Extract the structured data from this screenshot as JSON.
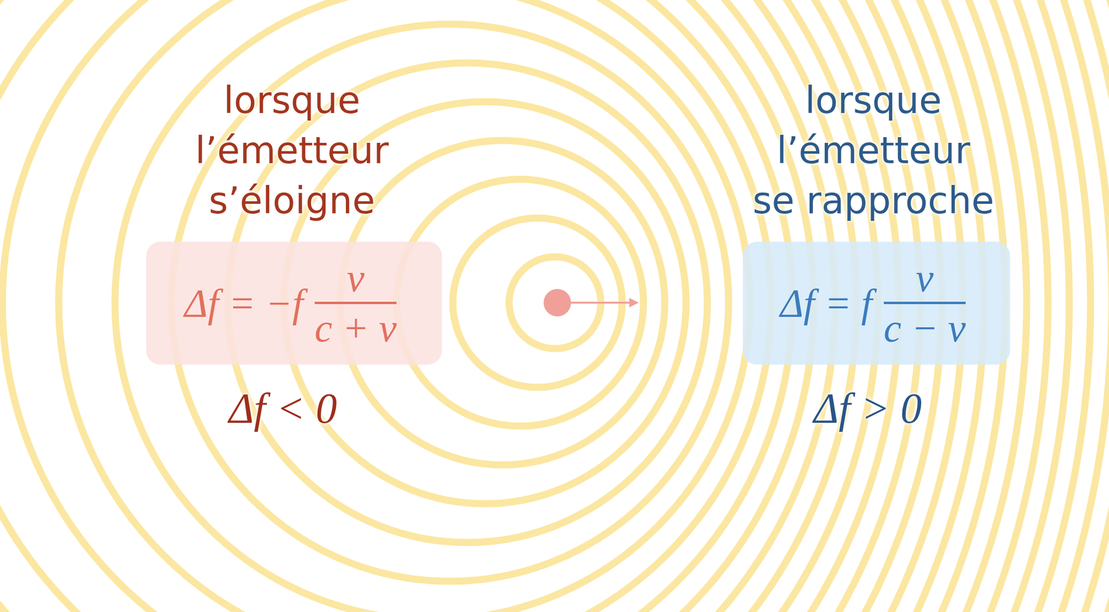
{
  "diagram": {
    "nodes": [
      {
        "text": [
          "Δf = −f",
          "v",
          "c + v"
        ]
      },
      {
        "text": [
          "Δf = f",
          "v",
          "c − v"
        ]
      }
    ],
    "labels": [
      "lorsque l’émetteur s’éloigne",
      "Δf < 0",
      "lorsque l’émetteur se rapproche",
      "Δf > 0"
    ]
  }
}
